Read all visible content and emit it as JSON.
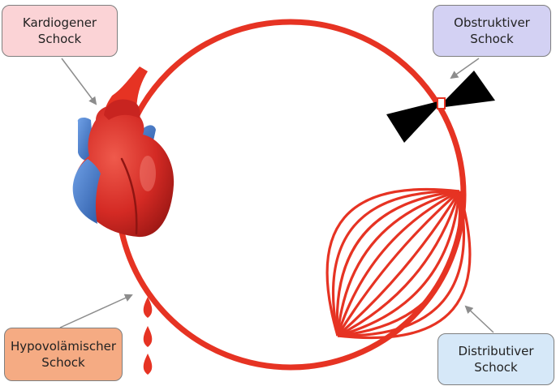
{
  "labels": {
    "cardiogenic": {
      "line1": "Kardiogener",
      "line2": "Schock",
      "fill": "#fbd3d6"
    },
    "obstructive": {
      "line1": "Obstruktiver",
      "line2": "Schock",
      "fill": "#d3d1f3"
    },
    "hypovolemic": {
      "line1": "Hypovolämischer",
      "line2": "Schock",
      "fill": "#f5ab83"
    },
    "distributive": {
      "line1": "Distributiver",
      "line2": "Schock",
      "fill": "#d6e8f8"
    }
  },
  "colors": {
    "vessel": "#e63323",
    "heart_red": "#d42a24",
    "heart_blue": "#3d73c6",
    "obstruction": "#000000",
    "arrow": "#8c8c8c"
  },
  "icons": {
    "heart": "heart-icon",
    "obstruction": "bowtie-obstruction-icon",
    "drops": "blood-drop-icon",
    "vessels": "dilated-vessel-bundle-icon"
  }
}
